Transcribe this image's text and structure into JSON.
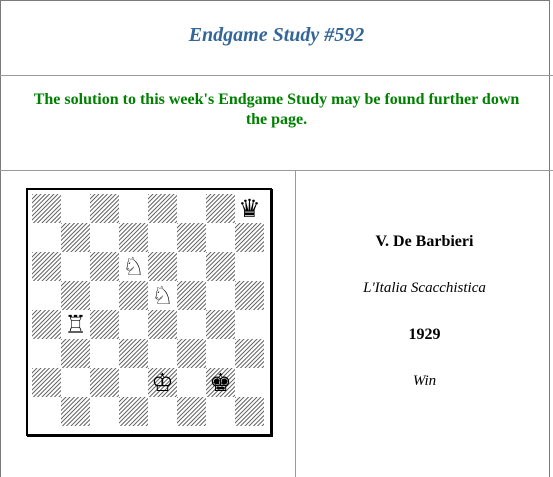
{
  "study": {
    "title": "Endgame Study #592",
    "notice": "The solution to this week's Endgame Study may be found further down the page."
  },
  "problem": {
    "author": "V. De Barbieri",
    "source": "L'Italia Scacchistica",
    "year": "1929",
    "result": "Win"
  },
  "board": {
    "pieces": [
      {
        "square": "h8",
        "piece": "black-queen",
        "glyph": "♛"
      },
      {
        "square": "d6",
        "piece": "white-knight",
        "glyph": "♘"
      },
      {
        "square": "e5",
        "piece": "white-knight",
        "glyph": "♘"
      },
      {
        "square": "b4",
        "piece": "white-rook",
        "glyph": "♖"
      },
      {
        "square": "e2",
        "piece": "white-king",
        "glyph": "♔"
      },
      {
        "square": "g2",
        "piece": "black-king",
        "glyph": "♚"
      }
    ]
  }
}
